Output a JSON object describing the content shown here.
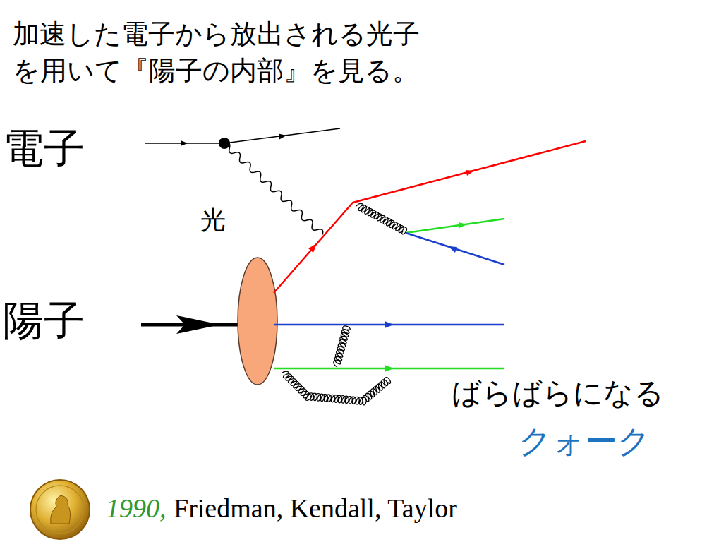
{
  "diagram": {
    "title": "加速した電子から放出される光子 を用いて『陽子の内部』を見る。",
    "labels": [
      "電子",
      "光",
      "陽子",
      "ばらばらになる",
      "クォーク",
      "1990,",
      "Friedman, Kendall, Taylor"
    ]
  }
}
